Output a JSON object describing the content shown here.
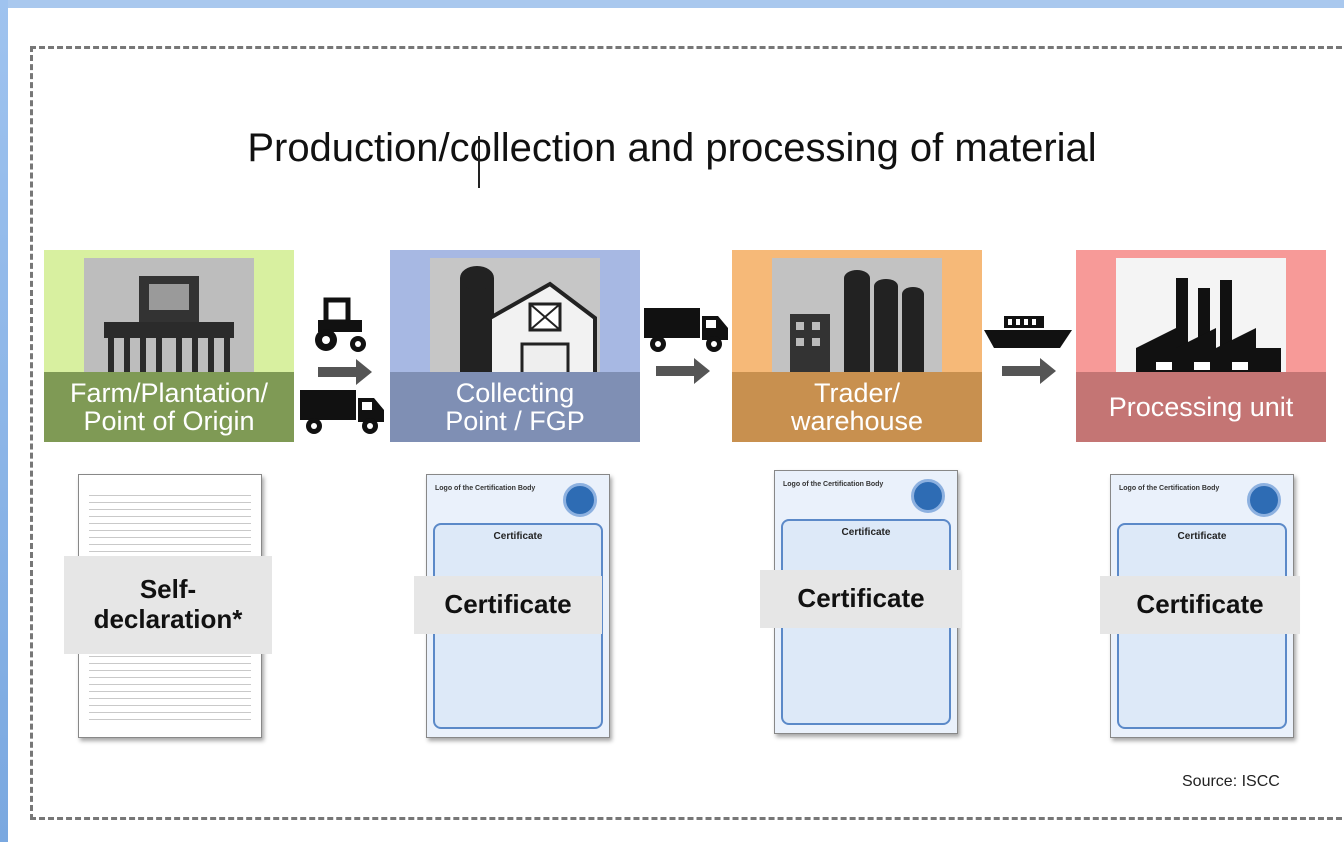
{
  "title": "Production/collection and processing of material",
  "stages": [
    {
      "label": "Farm/Plantation/\nPoint of Origin",
      "icon": "tractor-icon"
    },
    {
      "label": "Collecting\nPoint / FGP",
      "icon": "barn-silo-icon"
    },
    {
      "label": "Trader/\nwarehouse",
      "icon": "warehouse-silo-icon"
    },
    {
      "label": "Processing unit",
      "icon": "factory-icon"
    }
  ],
  "documents": [
    {
      "label": "Self-\ndeclaration*"
    },
    {
      "label": "Certificate"
    },
    {
      "label": "Certificate"
    },
    {
      "label": "Certificate"
    }
  ],
  "doc_header": "Logo of the Certification Body",
  "doc_title": "Certificate",
  "source": "Source: ISCC",
  "colors": {
    "farm": "#d8f0a0",
    "collecting": "#a7b8e3",
    "trader": "#f6b978",
    "processing": "#f79a98"
  }
}
